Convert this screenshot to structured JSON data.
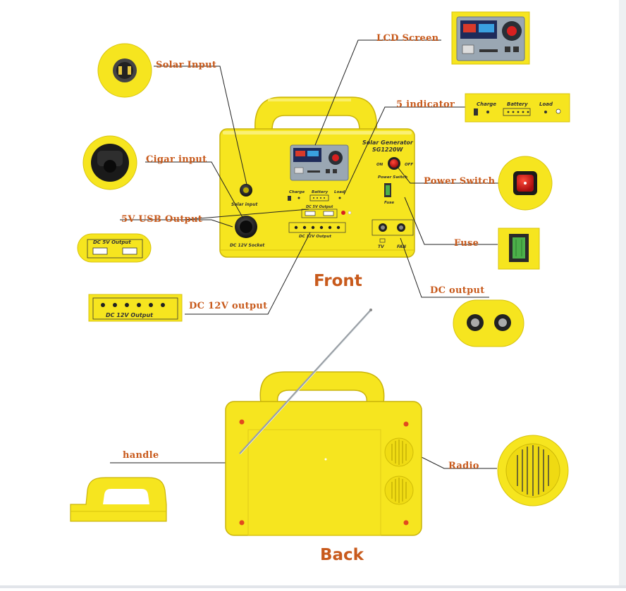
{
  "callouts": {
    "solar_input": "Solar Input",
    "cigar_input": "Cigar input",
    "usb_output": "5V USB Output",
    "dc12v_output": "DC 12V output",
    "lcd_screen": "LCD Screen",
    "indicator": "5 indicator",
    "power_switch": "Power Switch",
    "fuse": "Fuse",
    "dc_output": "DC output",
    "handle": "handle",
    "radio": "Radio"
  },
  "titles": {
    "front": "Front",
    "back": "Back"
  },
  "device_labels": {
    "brand": "Solar Generator",
    "model": "SG1220W",
    "on": "ON",
    "off": "OFF",
    "power_switch": "Power Switch",
    "fuse": "Fuse",
    "solar_input": "Solar input",
    "dc12v_socket": "DC 12V Socket",
    "charge": "Charge",
    "battery": "Battery",
    "load": "Load",
    "dc5v_output": "DC 5V Output",
    "dc12v_output": "DC 12V Output",
    "tv": "TV",
    "fan": "FAN"
  },
  "colors": {
    "body_yellow": "#f6e51f",
    "edge_yellow": "#d8c40c",
    "label_orange": "#c85a1c",
    "switch_red": "#d81e1e"
  }
}
